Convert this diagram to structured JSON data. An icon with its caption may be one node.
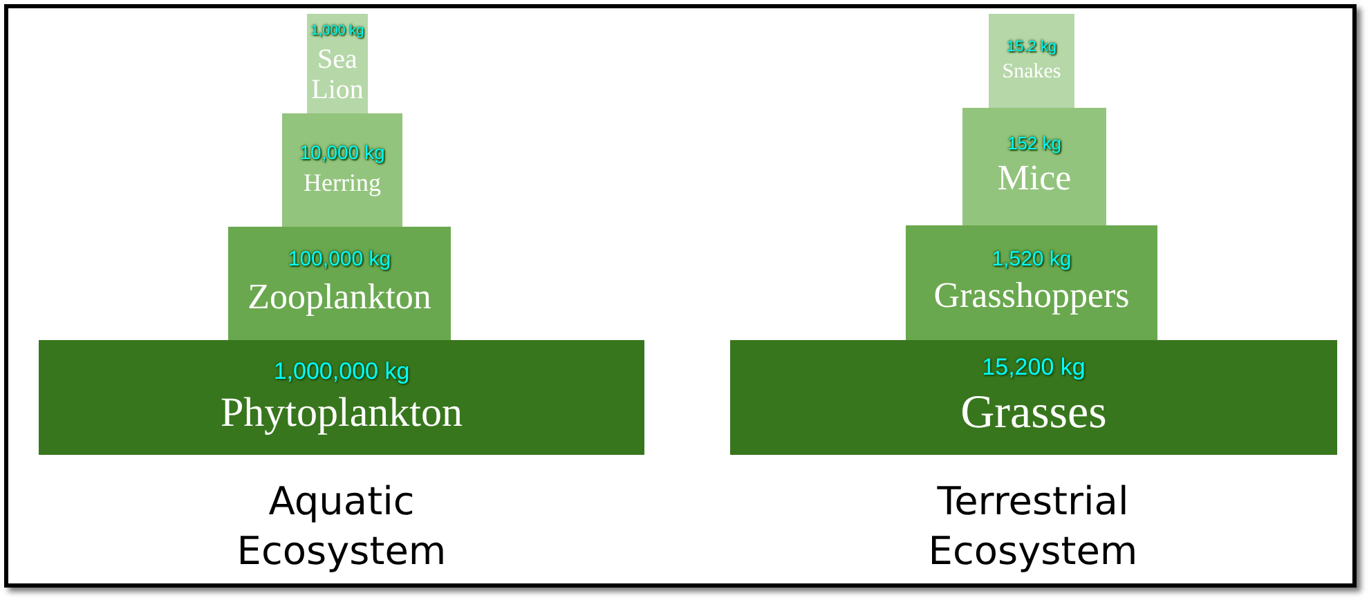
{
  "diagram": {
    "nodes": [
      {
        "text": [
          "1,000 kg",
          "Sea Lion"
        ]
      },
      {
        "text": [
          "10,000 kg",
          "Herring"
        ]
      },
      {
        "text": [
          "100,000 kg",
          "Zooplankton"
        ]
      },
      {
        "text": [
          "1,000,000 kg",
          "Phytoplankton"
        ]
      },
      {
        "text": [
          "15.2 kg",
          "Snakes"
        ]
      },
      {
        "text": [
          "152 kg",
          "Mice"
        ]
      },
      {
        "text": [
          "1,520 kg",
          "Grasshoppers"
        ]
      },
      {
        "text": [
          "15,200 kg",
          "Grasses"
        ]
      }
    ],
    "edges": [],
    "labels": [
      "Aquatic Ecosystem",
      "Terrestrial Ecosystem"
    ]
  }
}
